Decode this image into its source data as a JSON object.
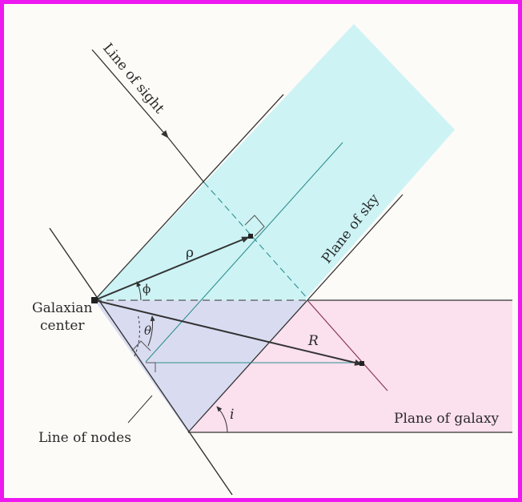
{
  "labels": {
    "line_of_sight": "Line of sight",
    "plane_of_sky": "Plane of sky",
    "galaxian_center_line1": "Galaxian",
    "galaxian_center_line2": "center",
    "line_of_nodes": "Line of nodes",
    "plane_of_galaxy": "Plane of galaxy",
    "rho": "ρ",
    "phi": "ϕ",
    "theta": "θ",
    "R": "R",
    "i": "i"
  },
  "colors": {
    "frame_border": "#ee18f0",
    "plane_of_sky_fill": "#cdf3f5",
    "plane_of_galaxy_fill": "#fbe0ee",
    "overlap_fill": "#d9dcf1",
    "sky_lines": "#2f8f8e",
    "galaxy_lines": "#8a3a52",
    "ink": "#2a2a2a"
  }
}
